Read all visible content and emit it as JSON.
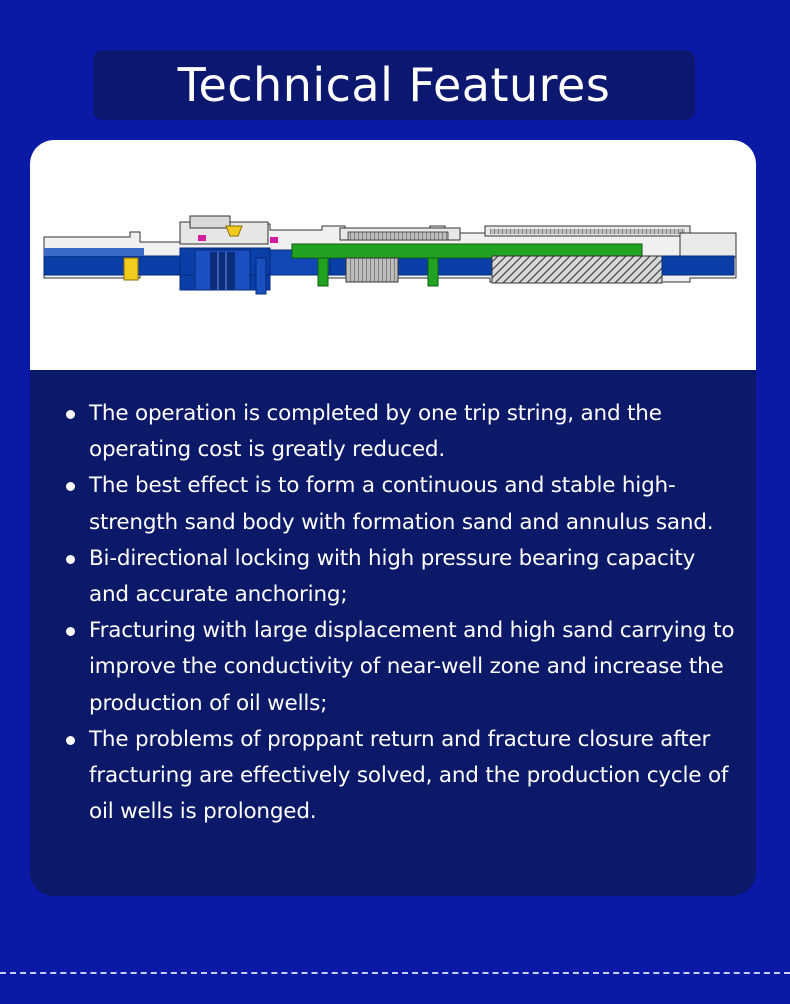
{
  "header": {
    "title": "Technical Features"
  },
  "product_image": {
    "alt_icon": "sand-control-fracturing-tool-icon"
  },
  "features": [
    "The operation is completed by one trip string, and the operating cost is greatly reduced.",
    "The best effect is to form a continuous and stable high-strength sand body with formation sand and annulus sand.",
    "Bi-directional locking with high pressure bearing capacity and accurate anchoring;",
    "Fracturing with large displacement and high sand carrying to improve the conductivity of near-well zone and increase the production of oil wells;",
    "The problems of proppant return and fracture closure after fracturing are effectively solved, and the production cycle of oil wells is prolonged."
  ],
  "colors": {
    "background": "#0a1aa6",
    "title_box": "#0c1870",
    "card": "#0c1868",
    "tool_blue": "#0a3fa8",
    "tool_green": "#21a321",
    "tool_yellow": "#f2cc1c",
    "tool_magenta": "#d41c9e"
  }
}
